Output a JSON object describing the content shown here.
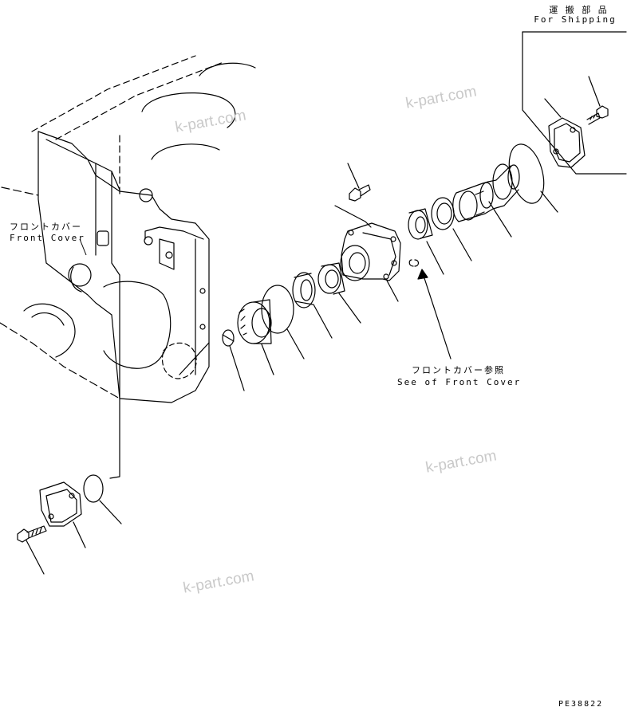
{
  "labels": {
    "shipping_jp": "運 搬 部 品",
    "shipping_en": "For Shipping",
    "front_cover_jp": "フロントカバー",
    "front_cover_en": "Front Cover",
    "see_front_cover_jp": "フロントカバー参照",
    "see_front_cover_en": "See of Front Cover",
    "drawing_number": "PE38822"
  },
  "watermark": "k-part.com"
}
